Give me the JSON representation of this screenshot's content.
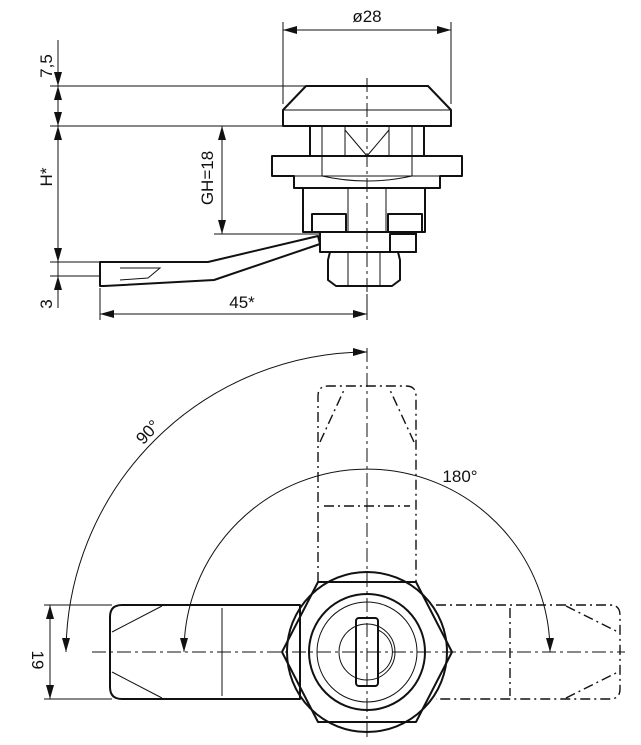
{
  "dimensions": {
    "diameter": "ø28",
    "head_height": "7,5",
    "body_height": "H*",
    "grip": "GH=18",
    "cam_thickness": "3",
    "cam_length": "45*",
    "angle_quarter": "90°",
    "angle_half": "180°",
    "cam_width": "19"
  },
  "colors": {
    "line": "#111111",
    "background": "#ffffff"
  }
}
